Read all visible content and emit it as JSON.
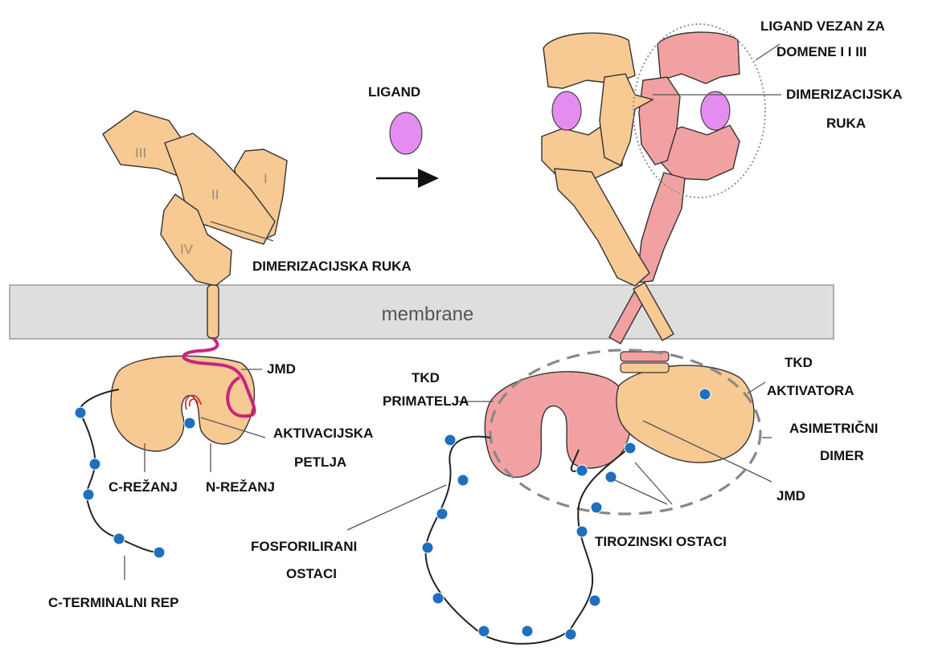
{
  "labels": {
    "ligand": "LIGAND",
    "ligand_bound_1": "LIGAND VEZAN ZA",
    "ligand_bound_2": "DOMENE I I III",
    "dim_arm_right_1": "DIMERIZACIJSKA",
    "dim_arm_right_2": "RUKA",
    "dim_arm_left": "DIMERIZACIJSKA RUKA",
    "membrane": "membrane",
    "jmd_left": "JMD",
    "activation_loop_1": "AKTIVACIJSKA",
    "activation_loop_2": "PETLJA",
    "c_lobe": "C-REŽANJ",
    "n_lobe": "N-REŽANJ",
    "c_tail": "C-TERMINALNI REP",
    "tkd_receiver_1": "TKD",
    "tkd_receiver_2": "PRIMATELJA",
    "tkd_activator_1": "TKD",
    "tkd_activator_2": "AKTIVATORA",
    "asym_dimer_1": "ASIMETRIČNI",
    "asym_dimer_2": "DIMER",
    "jmd_right": "JMD",
    "tyrosine": "TIROZINSKI OSTACI",
    "phospho_1": "FOSFORILIRANI",
    "phospho_2": "OSTACI"
  },
  "domain_numerals": {
    "d1": "I",
    "d2": "II",
    "d3": "III",
    "d4": "IV"
  },
  "colors": {
    "receptor_tan": "#f7c993",
    "receptor_pink": "#f2a1a2",
    "ligand_violet": "#e58cf0",
    "membrane_grey": "#dedede",
    "phospho_blue": "#1f6fbf",
    "jmd_magenta": "#c8247f",
    "dashed_grey": "#888888"
  }
}
